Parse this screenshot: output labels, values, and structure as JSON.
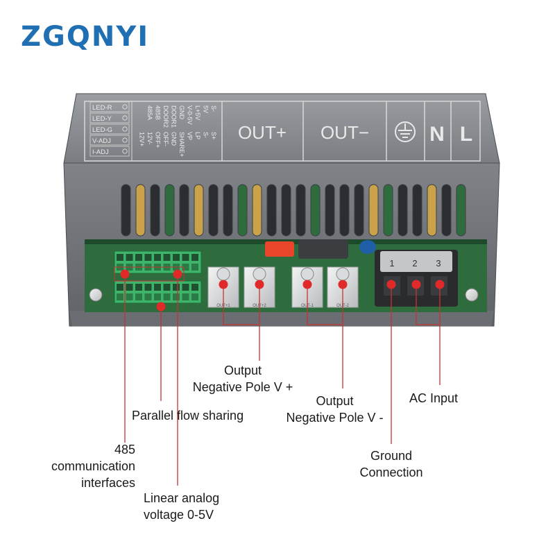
{
  "brand": {
    "logo_text": "ZGQNYI",
    "logo_color": "#1f6fb2"
  },
  "panel": {
    "status_labels": [
      "LED-R",
      "LED-Y",
      "LED-G",
      "V-ADJ",
      "I-ADJ"
    ],
    "terminal_columns": [
      [
        "S-",
        "S+"
      ],
      [
        "5V",
        "S-"
      ],
      [
        "L+5V",
        "LP"
      ],
      [
        "V-0-5V",
        "VP"
      ],
      [
        "GND",
        "SHARE+"
      ],
      [
        "DOOR1",
        "GND"
      ],
      [
        "DOOR2",
        "OFF-"
      ],
      [
        "485B",
        "OFF+"
      ],
      [
        "485A",
        "12V-"
      ],
      [
        "",
        "12V+"
      ]
    ],
    "out_plus": "OUT+",
    "out_minus": "OUT−",
    "n_label": "N",
    "l_label": "L",
    "ground_icon": "ground-symbol-icon",
    "ac_terminal_numbers": [
      "1",
      "2",
      "3"
    ],
    "output_terminal_labels": [
      "OUT+1",
      "OUT+2",
      "OUT-1",
      "OUT-2"
    ]
  },
  "annotations": {
    "output_positive": [
      "Output",
      "Negative Pole V +"
    ],
    "output_negative": [
      "Output",
      "Negative Pole V -"
    ],
    "ac_input": [
      "AC Input"
    ],
    "parallel": [
      "Parallel flow sharing"
    ],
    "comm485": [
      "485",
      "communication",
      "interfaces"
    ],
    "ground": [
      "Ground",
      "Connection"
    ],
    "linear": [
      "Linear analog",
      "voltage 0-5V"
    ]
  },
  "colors": {
    "housing": "#6e7176",
    "housing_dark": "#55585c",
    "housing_light": "#8a8d91",
    "pcb": "#2e6b3d",
    "terminal_green": "#3eb36a",
    "callout_red": "#e02a2a",
    "callout_line": "#c83232"
  }
}
